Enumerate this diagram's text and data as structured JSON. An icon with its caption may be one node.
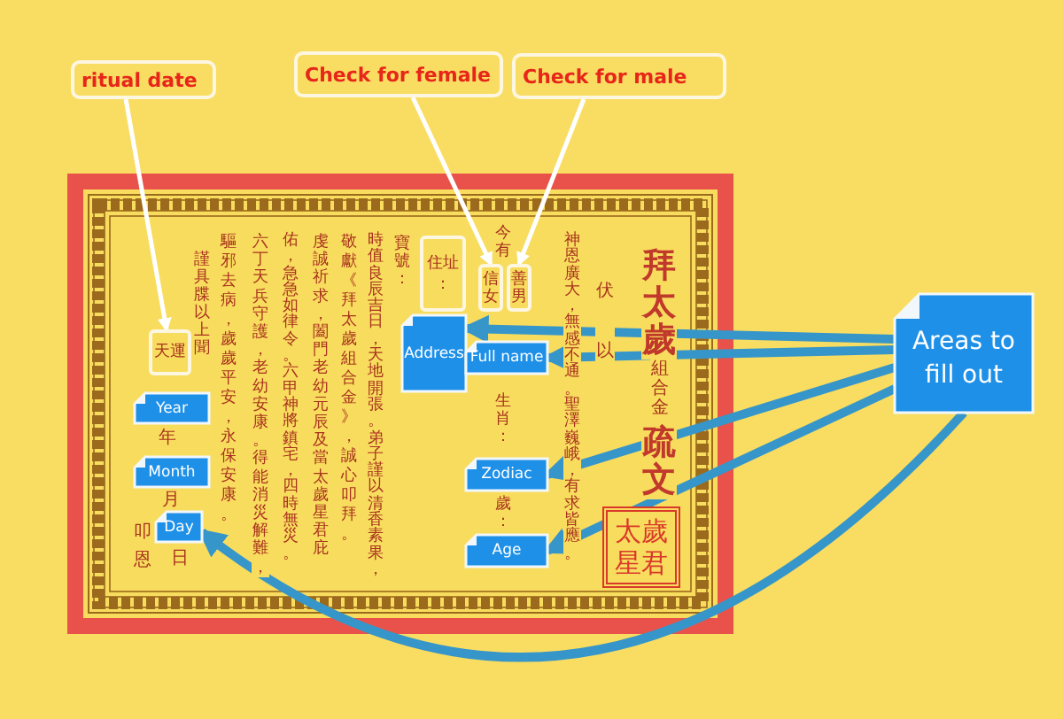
{
  "diagram": {
    "nodes": [
      {
        "text": [
          "ritual date"
        ]
      },
      {
        "text": [
          "Check for female"
        ]
      },
      {
        "text": [
          "Check for male"
        ]
      },
      {
        "text": [
          "天運"
        ]
      },
      {
        "text": [
          "信女"
        ]
      },
      {
        "text": [
          "善男"
        ]
      },
      {
        "text": [
          "住址："
        ]
      },
      {
        "text": [
          "Address"
        ]
      },
      {
        "text": [
          "Full name"
        ]
      },
      {
        "text": [
          "Zodiac"
        ]
      },
      {
        "text": [
          "Age"
        ]
      },
      {
        "text": [
          "Year"
        ]
      },
      {
        "text": [
          "Month"
        ]
      },
      {
        "text": [
          "Day"
        ]
      },
      {
        "text": [
          "Areas to fill out"
        ]
      }
    ],
    "edges": [
      {
        "from": 0,
        "to": 3,
        "arrow": "to",
        "color": "#ffffff"
      },
      {
        "from": 1,
        "to": 4,
        "arrow": "to",
        "color": "#ffffff"
      },
      {
        "from": 2,
        "to": 5,
        "arrow": "to",
        "color": "#ffffff"
      },
      {
        "from": 14,
        "to": 7,
        "arrow": "to"
      },
      {
        "from": 14,
        "to": 8,
        "arrow": "to"
      },
      {
        "from": 14,
        "to": 9,
        "arrow": "to"
      },
      {
        "from": 14,
        "to": 10,
        "arrow": "to"
      },
      {
        "from": 14,
        "to": 13,
        "arrow": "to"
      }
    ],
    "labels": [
      "拜太歲",
      "組合金",
      "疏文",
      "伏以",
      "神恩廣大，無感不通。聖澤巍峨，有求皆應。",
      "今有",
      "生肖：",
      "歲：",
      "寶號：",
      "時值良辰吉日，天地開張。弟子謹以清香素果，",
      "敬獻《拜太歲組合金》，誠心叩拜。",
      "虔誠祈求，闔門老幼元辰及當太歲星君庇",
      "佑，急急如律令。六甲神將鎮宅，四時無災。",
      "六丁天兵守護，老幼安康。得能消災解難，",
      "驅邪去病，歲歲平安，永保安康。",
      "謹具牒以上聞",
      "年",
      "月",
      "日",
      "叩恩",
      "太歲星君"
    ]
  }
}
